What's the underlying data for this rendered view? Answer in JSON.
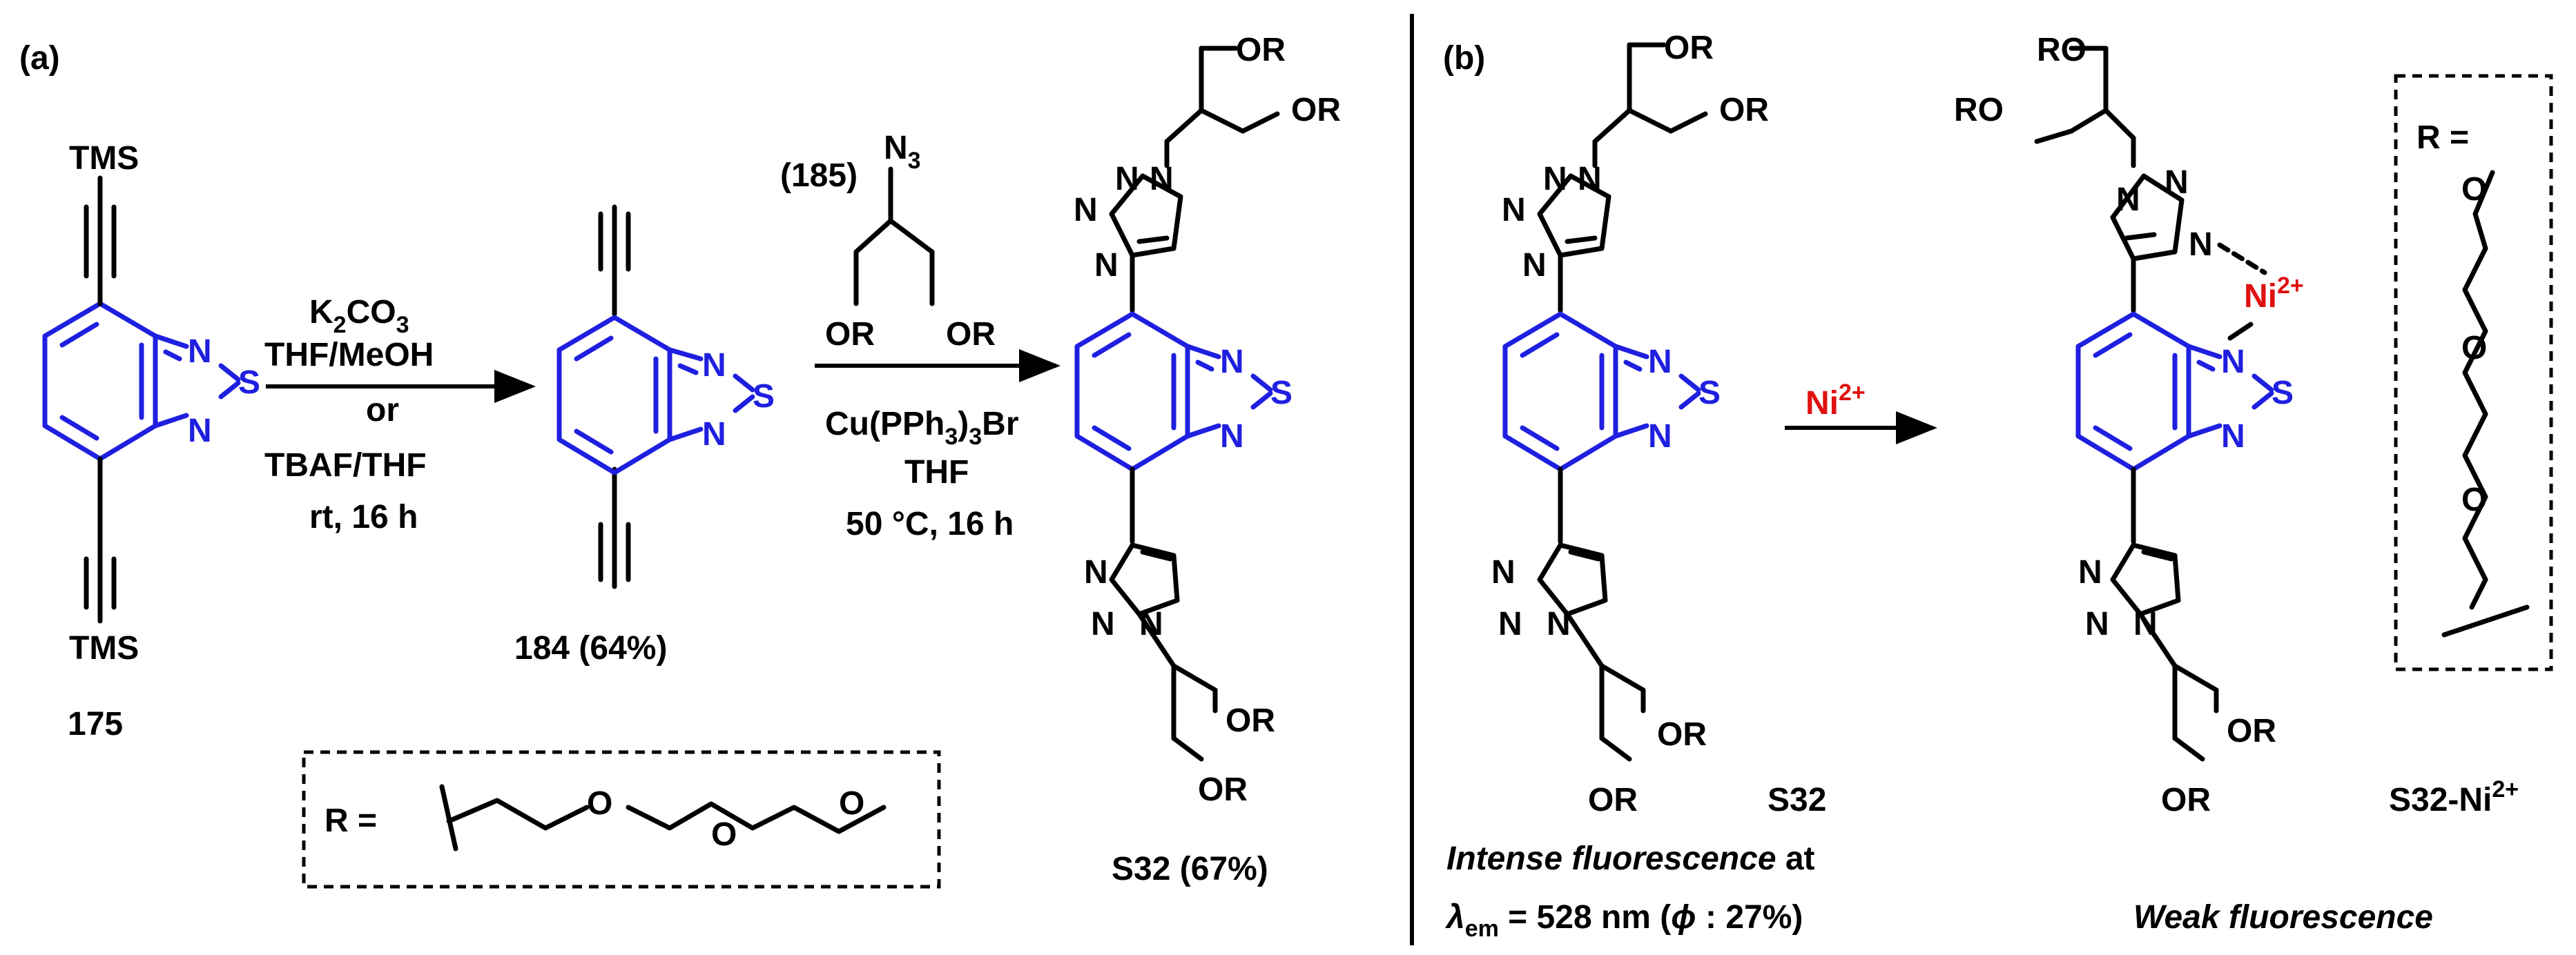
{
  "panels": {
    "a": "(a)",
    "b": "(b)"
  },
  "atoms": {
    "TMS": "TMS",
    "N": "N",
    "S": "S",
    "N3": "N",
    "N3_sub": "3",
    "OR": "OR",
    "RO": "RO",
    "O": "O",
    "Ni": "Ni",
    "Ni_charge": "2+"
  },
  "compounds": {
    "c175": "175",
    "c184": "184 (64%)",
    "c185": "(185)",
    "s32_yield": "S32 (67%)",
    "s32": "S32",
    "s32ni": "S32-Ni",
    "s32ni_sup": "2+"
  },
  "conditions": {
    "step1": {
      "k2co3_a": "K",
      "k2co3_sub": "2",
      "k2co3_b": "CO",
      "k2co3_sub2": "3",
      "line2": "THF/MeOH",
      "line3": "or",
      "line4": "TBAF/THF",
      "line5": "rt, 16 h"
    },
    "step2": {
      "cat_a": "Cu(PPh",
      "cat_sub": "3",
      "cat_b": ")",
      "cat_sub2": "3",
      "cat_c": "Br",
      "line2": "THF",
      "line3": "50 °C, 16 h"
    },
    "step3": {
      "reagent": "Ni",
      "reagent_sup": "2+"
    }
  },
  "r_definition": {
    "label": "R ="
  },
  "annotations": {
    "intense_italic": "Intense fluorescence",
    "intense_rest": " at",
    "lambda": "λ",
    "lambda_sub": "em",
    "lambda_rest": " = 528 nm  (",
    "phi": "ϕ",
    "phi_rest": " : 27%)",
    "weak": "Weak fluorescence"
  }
}
